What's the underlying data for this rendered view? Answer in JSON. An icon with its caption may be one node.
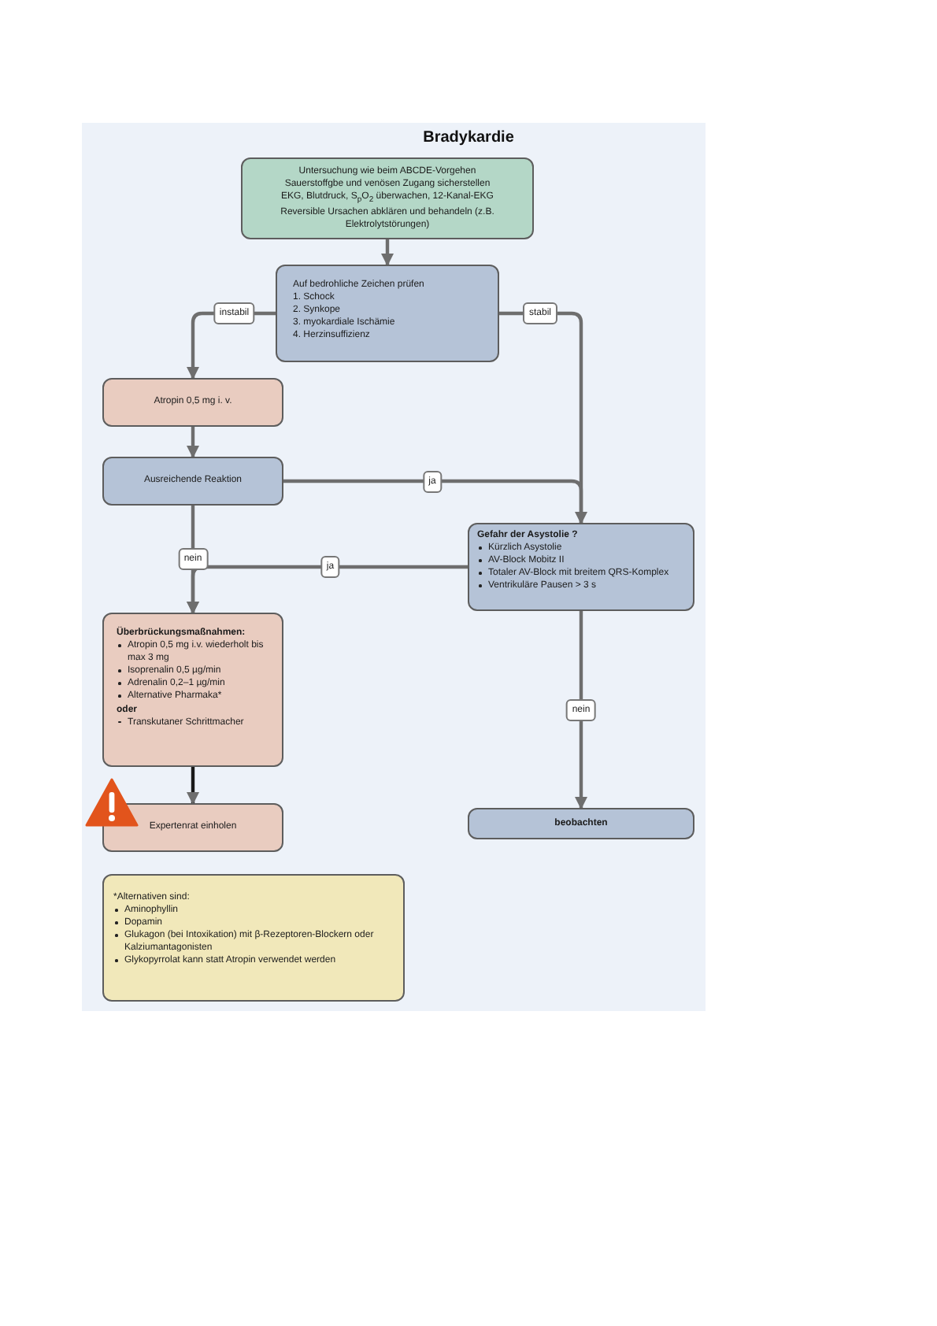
{
  "diagram": {
    "title": "Bradykardie",
    "nodes": [
      {
        "text": [
          "Untersuchung wie beim ABCDE-Vorgehen",
          "Sauerstoffgbe und venösen Zugang sicherstellen",
          "EKG, Blutdruck, S$_{p}$O$_{2}$ überwachen, 12-Kanal-EKG",
          "Reversible Ursachen abklären und behandeln (z.B. Elektrolytstörungen)"
        ]
      },
      {
        "text": [
          "Auf bedrohliche Zeichen prüfen",
          "1. Schock",
          "2. Synkope",
          "3. myokardiale Ischämie",
          "4. Herzinsuffizienz"
        ]
      },
      {
        "text": [
          "Atropin 0,5 mg i. v."
        ]
      },
      {
        "text": [
          "Ausreichende Reaktion"
        ]
      },
      {
        "text": [
          "Gefahr der Asystolie ?",
          "Kürzlich Asystolie",
          "AV-Block Mobitz II",
          "Totaler AV-Block mit breitem QRS-Komplex",
          "Ventrikuläre Pausen > 3 s"
        ]
      },
      {
        "text": [
          "Überbrückungsmaßnahmen:",
          "Atropin 0,5 mg i.v. wiederholt bis max 3 mg",
          "Isoprenalin 0,5 µg/min",
          "Adrenalin 0,2–1 µg/min",
          "Alternative Pharmaka*",
          "oder",
          "Transkutaner Schrittmacher"
        ]
      },
      {
        "text": [
          "Expertenrat einholen"
        ]
      },
      {
        "text": [
          "beobachten"
        ]
      },
      {
        "text": [
          "*Alternativen sind:",
          "Aminophyllin",
          "Dopamin",
          "Glukagon (bei Intoxikation) mit β-Rezeptoren-Blockern oder Kalziumantagonisten",
          "Glykopyrrolat kann statt Atropin verwendet werden"
        ]
      }
    ],
    "edges": [
      {
        "from": 0,
        "to": 1,
        "arrow": "to"
      },
      {
        "from": 1,
        "to": 2,
        "arrow": "to",
        "label": "instabil"
      },
      {
        "from": 1,
        "to": 4,
        "arrow": "none",
        "label": "stabil"
      },
      {
        "from": 2,
        "to": 3,
        "arrow": "to"
      },
      {
        "from": 3,
        "to": 4,
        "arrow": "to",
        "label": "ja"
      },
      {
        "from": 3,
        "to": 5,
        "arrow": "to",
        "label": "nein"
      },
      {
        "from": 4,
        "to": 5,
        "arrow": "to",
        "label": "ja"
      },
      {
        "from": 4,
        "to": 7,
        "arrow": "to",
        "label": "nein"
      },
      {
        "from": 5,
        "to": 6,
        "arrow": "to",
        "color": "#1a1a1a"
      }
    ]
  }
}
